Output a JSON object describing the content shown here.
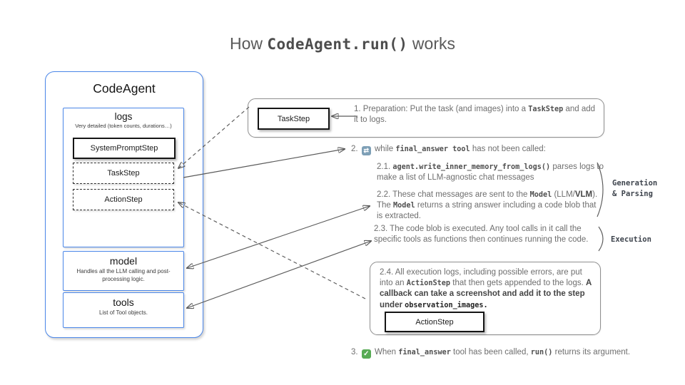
{
  "header": {
    "pre": "How ",
    "code": "CodeAgent.run()",
    "post": " works"
  },
  "agent": {
    "title": "CodeAgent",
    "logs": {
      "title": "logs",
      "subtitle": "Very detailed (token counts, durations…)",
      "items": [
        "SystemPromptStep",
        "TaskStep",
        "ActionStep"
      ]
    },
    "model": {
      "title": "model",
      "subtitle": "Handles all the LLM calling and post-processing logic."
    },
    "tools": {
      "title": "tools",
      "subtitle": "List of Tool objects."
    }
  },
  "steps": {
    "s1": {
      "object_label": "TaskStep",
      "n": "1. ",
      "t1": " Preparation: Put the task (and images) into a ",
      "c1": "TaskStep",
      "t2": " and add it to logs."
    },
    "s2": {
      "n": "2.",
      "t1": "while ",
      "c1": "final_answer tool",
      "t2": "  has not been called:"
    },
    "s21": {
      "n": "2.1. ",
      "c1": "agent.write_inner_memory_from_logs()",
      "t1": " parses logs to make a list of LLM-agnostic chat messages"
    },
    "s22": {
      "n": "2.2. ",
      "t1": "These chat messages are sent to the ",
      "c1": "Model",
      "t2": " (LLM/",
      "b1": "VLM",
      "t3": "). The ",
      "c2": "Model",
      "t4": "  returns a string answer including a code blob that is extracted."
    },
    "s23": {
      "n": "2.3. ",
      "t1": "The code blob is executed. Any tool calls in it call the specific tools as functions then continues running the code."
    },
    "s24": {
      "n": "2.4. ",
      "t1": "All execution logs, including possible errors, are put into an ",
      "c1": "ActionStep",
      "t2": " that then gets appended to the logs. ",
      "b1": "A callback can  take a screenshot and add it to the step under ",
      "c2": "observation_images.",
      "object_label": "ActionStep"
    },
    "s3": {
      "n": "3.",
      "t1": "When ",
      "c1": "final_answer",
      "t2": " tool has been called, ",
      "c2": "run()",
      "t3": " returns its argument."
    }
  },
  "side": {
    "generation": [
      "Generation",
      "& Parsing"
    ],
    "execution": "Execution"
  },
  "icons": {
    "loop_glyph": "⇄",
    "check_glyph": "✓"
  },
  "colors": {
    "accent_blue": "#4a86e8",
    "loop_icon_bg": "#7d9fb6",
    "check_icon_bg": "#58ab55",
    "step_border_gray": "#8f8f8f",
    "body_text": "#6e6e6e"
  }
}
